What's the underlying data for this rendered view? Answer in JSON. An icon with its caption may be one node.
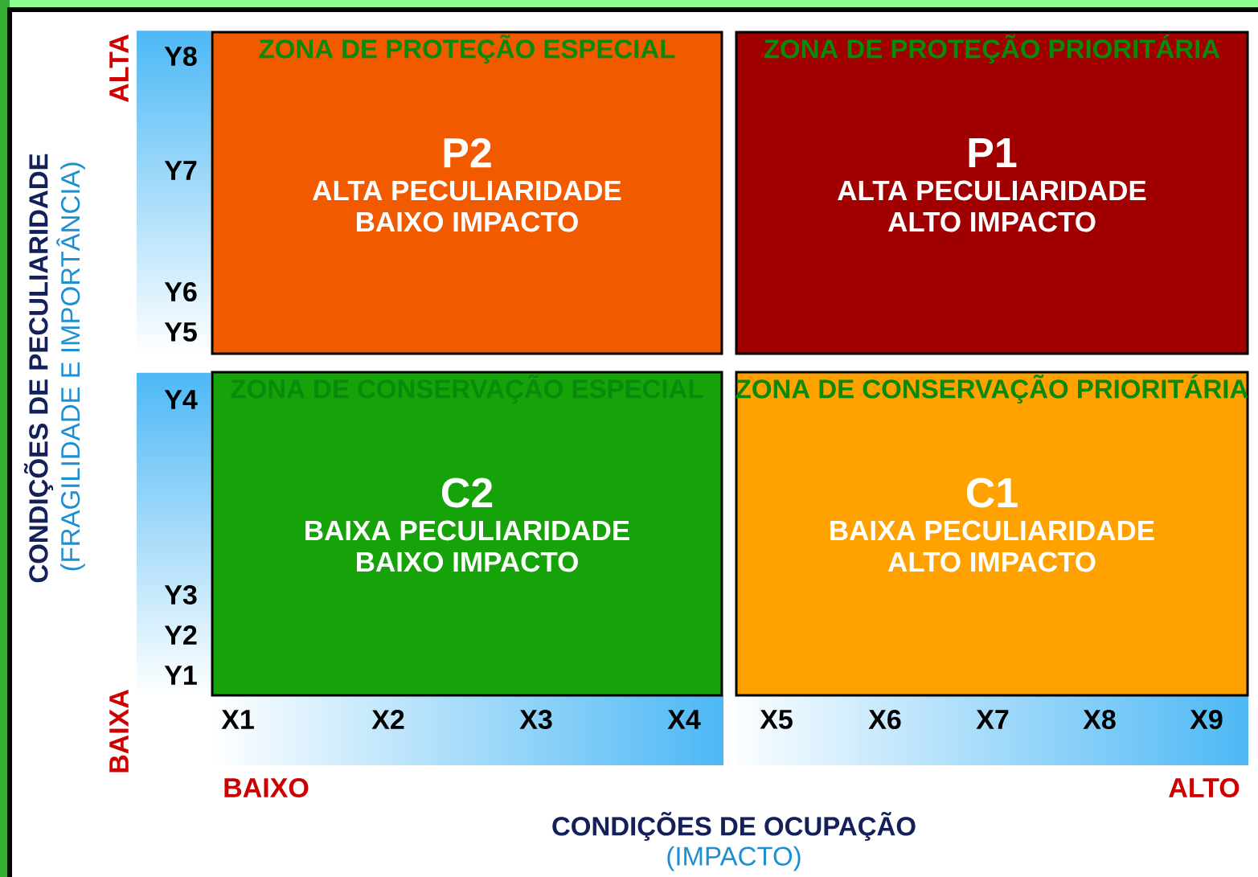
{
  "diagram": {
    "nodes": [
      {
        "text": [
          "ZONA DE PROTEÇÃO ESPECIAL",
          "P2",
          "ALTA PECULIARIDADE",
          "BAIXO IMPACTO"
        ]
      },
      {
        "text": [
          "ZONA DE PROTEÇÃO PRIORITÁRIA",
          "P1",
          "ALTA PECULIARIDADE",
          "ALTO IMPACTO"
        ]
      },
      {
        "text": [
          "ZONA DE CONSERVAÇÃO ESPECIAL",
          "C2",
          "BAIXA PECULIARIDADE",
          "BAIXO IMPACTO"
        ]
      },
      {
        "text": [
          "ZONA DE CONSERVAÇÃO PRIORITÁRIA",
          "C1",
          "BAIXA PECULIARIDADE",
          "ALTO IMPACTO"
        ]
      }
    ],
    "labels": [
      "ALTA",
      "Y8",
      "Y7",
      "Y6",
      "Y5",
      "Y4",
      "Y3",
      "Y2",
      "Y1",
      "BAIXA",
      "X1",
      "X2",
      "X3",
      "X4",
      "X5",
      "X6",
      "X7",
      "X8",
      "X9",
      "BAIXO",
      "ALTO",
      "CONDIÇÕES DE PECULIARIDADE",
      "(FRAGILIDADE E IMPORTÂNCIA)",
      "CONDIÇÕES DE OCUPAÇÃO",
      "(IMPACTO)"
    ]
  }
}
